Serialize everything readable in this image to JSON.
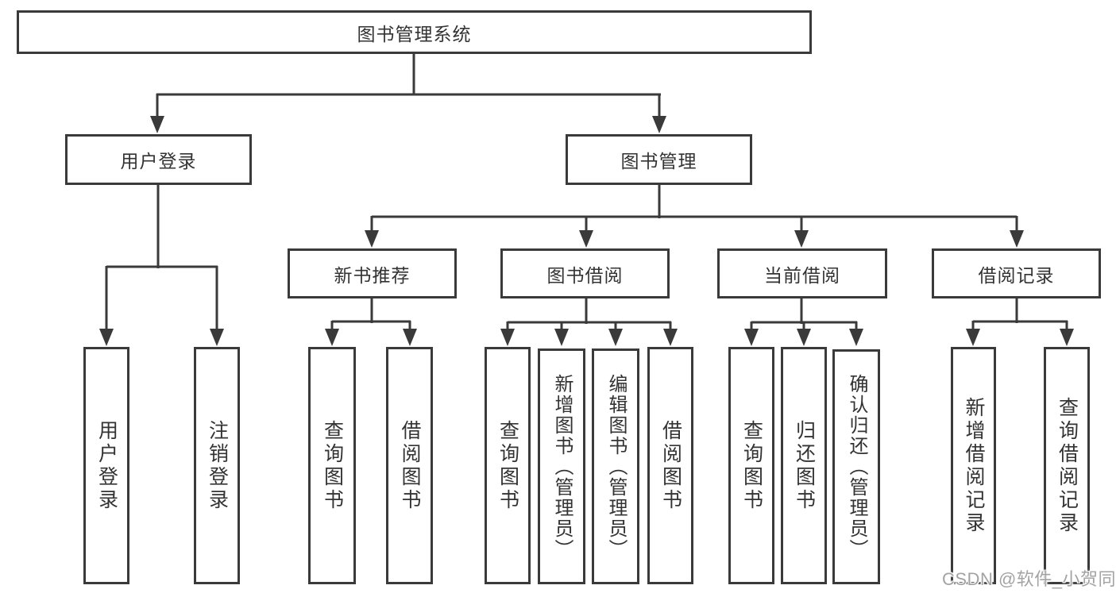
{
  "diagram": {
    "tree": {
      "label": "图书管理系统",
      "children": [
        {
          "label": "用户登录",
          "children": [
            {
              "label": "用户登录"
            },
            {
              "label": "注销登录"
            }
          ]
        },
        {
          "label": "图书管理",
          "children": [
            {
              "label": "新书推荐",
              "children": [
                {
                  "label": "查询图书"
                },
                {
                  "label": "借阅图书"
                }
              ]
            },
            {
              "label": "图书借阅",
              "children": [
                {
                  "label": "查询图书"
                },
                {
                  "label": "新增图书（管理员）"
                },
                {
                  "label": "编辑图书（管理员）"
                },
                {
                  "label": "借阅图书"
                }
              ]
            },
            {
              "label": "当前借阅",
              "children": [
                {
                  "label": "查询图书"
                },
                {
                  "label": "归还图书"
                },
                {
                  "label": "确认归还（管理员）"
                }
              ]
            },
            {
              "label": "借阅记录",
              "children": [
                {
                  "label": "新增借阅记录"
                },
                {
                  "label": "查询借阅记录"
                }
              ]
            }
          ]
        }
      ]
    },
    "line_color": "#3a3a3a",
    "watermark": "CSDN @软件_小贺同学"
  }
}
